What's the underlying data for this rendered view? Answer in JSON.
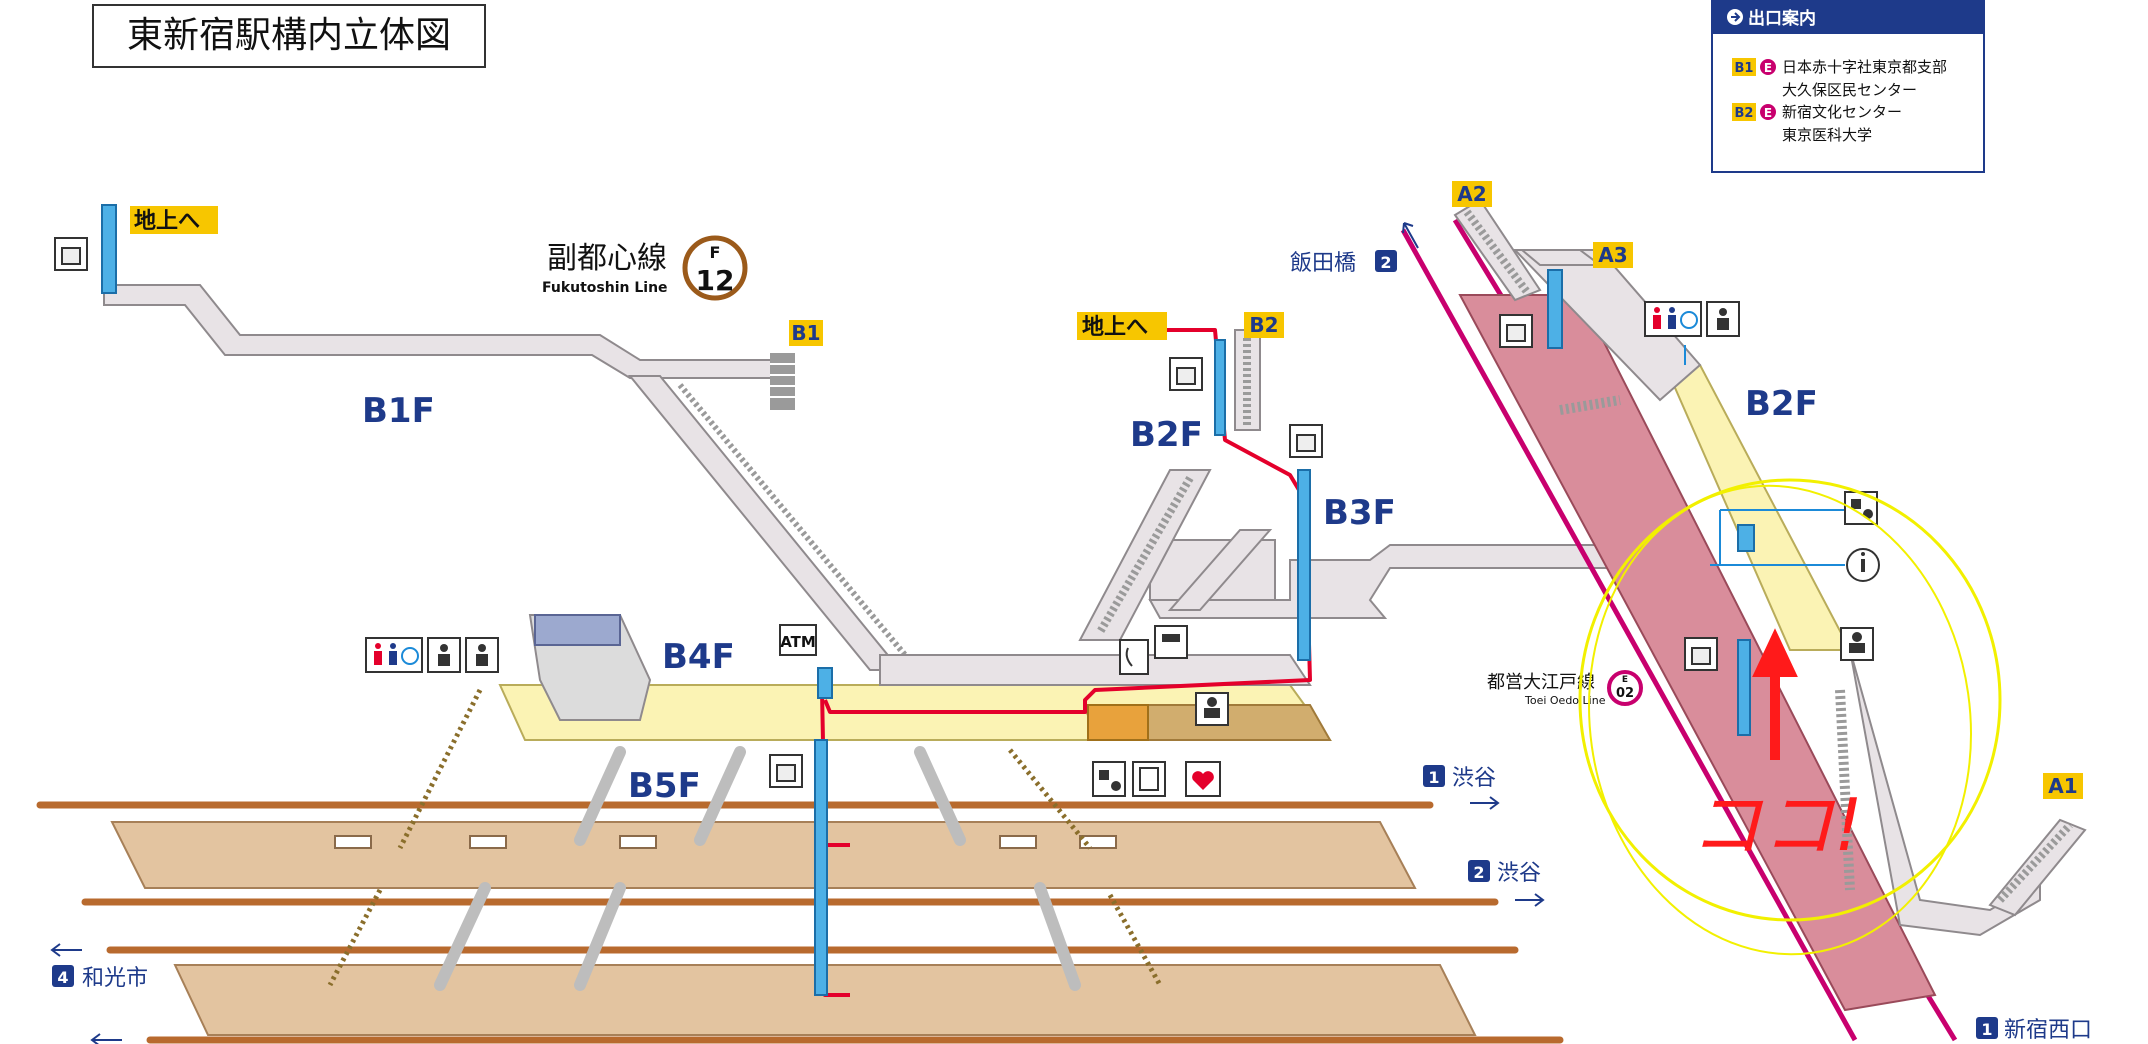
{
  "title": "東新宿駅構内立体図",
  "exit_guide": {
    "header": "出口案内",
    "entries": [
      {
        "exit": "B1",
        "badge": "E",
        "lines": [
          "日本赤十字社東京都支部",
          "大久保区民センター"
        ]
      },
      {
        "exit": "B2",
        "badge": "E",
        "lines": [
          "新宿文化センター",
          "東京医科大学"
        ]
      }
    ]
  },
  "lines": {
    "fukutoshin": {
      "name_jp": "副都心線",
      "name_en": "Fukutoshin Line",
      "letter": "F",
      "number": "12",
      "color": "#9b5a1a"
    },
    "oedo": {
      "name_jp": "都営大江戸線",
      "name_en": "Toei Oedo Line",
      "letter": "E",
      "number": "02",
      "color": "#c8006e"
    }
  },
  "floors": {
    "b1f_left": "B1F",
    "b2f_mid": "B2F",
    "b3f": "B3F",
    "b4f": "B4F",
    "b5f": "B5F",
    "b2f_right": "B2F"
  },
  "exits": {
    "b1": "B1",
    "b2": "B2",
    "a1": "A1",
    "a2": "A2",
    "a3": "A3"
  },
  "to_street_left": "地上へ",
  "to_street_mid": "地上へ",
  "atm_label": "ATM",
  "directions": {
    "shibuya_1_num": "1",
    "shibuya_1": "渋谷",
    "shibuya_2_num": "2",
    "shibuya_2": "渋谷",
    "wakoshi_num": "4",
    "wakoshi": "和光市",
    "iidabashi": "飯田橋",
    "iidabashi_num": "2",
    "shinjuku_nishiguchi_num": "1",
    "shinjuku_nishiguchi": "新宿西口"
  },
  "annotation": {
    "text": "ココ!",
    "color": "#ff1a1a",
    "circle_color": "#f2f000"
  },
  "colors": {
    "navy": "#1e3a8a",
    "exit_yellow": "#f7c600",
    "concourse_yellow": "#fbf3b4",
    "platform_tan": "#e3c4a0",
    "oedo_platform_pink": "#d98d9b",
    "track_brown": "#b86a2e",
    "walkway_gray": "#e8e3e6",
    "elevator_blue": "#4db0e6",
    "route_red": "#e4002b"
  }
}
